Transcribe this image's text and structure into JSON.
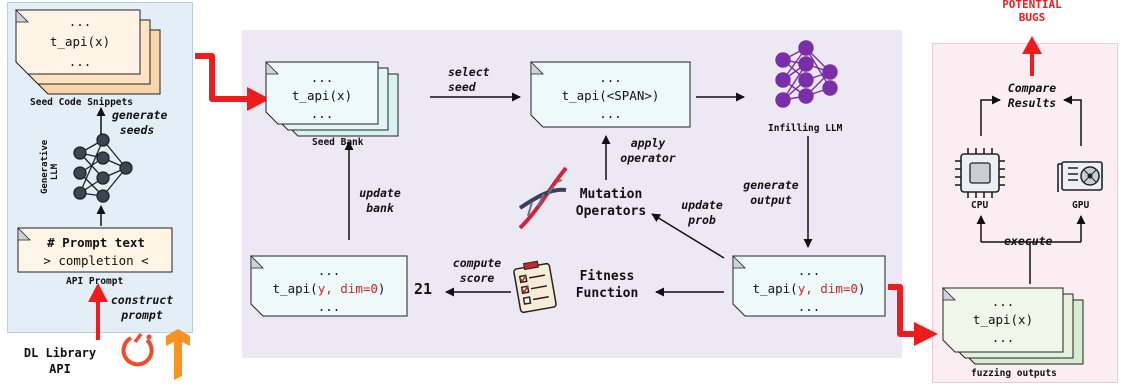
{
  "seed_snippets": {
    "line1": "...",
    "line2": "t_api(x)",
    "line3": "...",
    "caption": "Seed Code Snippets"
  },
  "generate_seeds": "generate seeds",
  "generative_llm": "Generative LLM",
  "api_prompt": {
    "line1": "# Prompt text",
    "line2": "> completion <",
    "caption": "API Prompt"
  },
  "construct_prompt": "construct prompt",
  "dl_library": "DL Library API",
  "seed_bank": {
    "line1": "...",
    "line2": "t_api(x)",
    "line3": "...",
    "caption": "Seed Bank"
  },
  "select_seed": "select seed",
  "span_box": {
    "line1": "...",
    "line2": "t_api(<SPAN>)",
    "line3": "..."
  },
  "infilling_llm": "Infilling LLM",
  "apply_operator": "apply operator",
  "mutation_operators": "Mutation Operators",
  "update_bank": "update bank",
  "generate_output": "generate output",
  "update_prob": "update prob",
  "scored_box": {
    "line1": "...",
    "prefix": "t_api(",
    "arg1": "y,",
    "arg2": "dim=0",
    "suffix": ")",
    "line3": "..."
  },
  "score_value": "21",
  "compute_score": "compute score",
  "fitness_function": "Fitness Function",
  "output_box": {
    "line1": "...",
    "prefix": "t_api(",
    "arg1": "y,",
    "arg2": "dim=0",
    "suffix": ")",
    "line3": "..."
  },
  "potential_bugs": "POTENTIAL BUGS",
  "compare_results": "Compare Results",
  "cpu": "CPU",
  "gpu": "GPU",
  "execute": "execute",
  "fuzzing_outputs": {
    "line1": "...",
    "line2": "t_api(x)",
    "line3": "...",
    "caption": "fuzzing outputs"
  },
  "colors": {
    "left_panel": "#e3eef7",
    "center_panel": "#ece8f4",
    "right_panel": "#fbeef3",
    "accent_red": "#ee1c1c",
    "llm_purple": "#7a2ea8",
    "tensorflow_orange": "#f7931e"
  }
}
